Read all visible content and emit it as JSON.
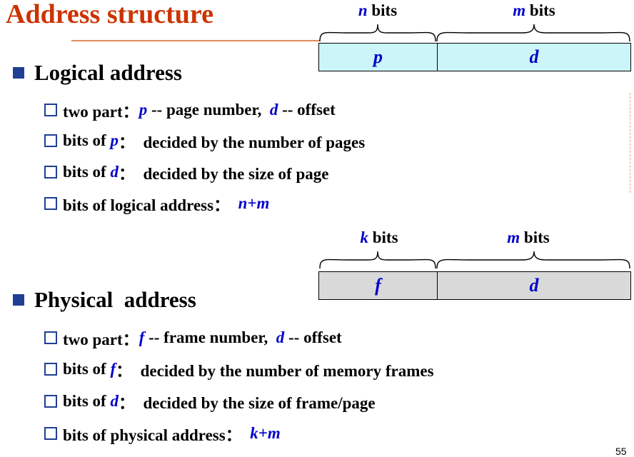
{
  "slide": {
    "title": "Address structure",
    "page_number": "55",
    "colors": {
      "title": "#cc3300",
      "variable": "#0000cc",
      "bullet": "#1f3f95",
      "logical_fill": "#ccf5f9",
      "physical_fill": "#d9d9d9"
    }
  },
  "logical_diagram": {
    "left_var": "n",
    "left_suffix": " bits",
    "right_var": "m",
    "right_suffix": " bits",
    "left_field": "p",
    "right_field": "d"
  },
  "physical_diagram": {
    "left_var": "k",
    "left_suffix": " bits",
    "right_var": "m",
    "right_suffix": " bits",
    "left_field": "f",
    "right_field": "d"
  },
  "logical": {
    "heading": "Logical address",
    "b1": {
      "pre": "two part：",
      "v1": "p",
      "t1": " -- page number,  ",
      "v2": "d",
      "t2": " -- offset"
    },
    "b2": {
      "pre": "bits of ",
      "v": "p",
      "post": "：  decided by the number of pages"
    },
    "b3": {
      "pre": "bits of ",
      "v": "d",
      "post": "：  decided by the size of page"
    },
    "b4": {
      "pre": "bits of logical address：  ",
      "v": "n+m"
    }
  },
  "physical": {
    "heading": "Physical  address",
    "b1": {
      "pre": "two part：",
      "v1": "f",
      "t1": " -- frame number,  ",
      "v2": "d",
      "t2": " -- offset"
    },
    "b2": {
      "pre": "bits of ",
      "v": "f",
      "post": "：  decided by the number of memory frames"
    },
    "b3": {
      "pre": "bits of ",
      "v": "d",
      "post": "：  decided by the size of frame/page"
    },
    "b4": {
      "pre": "bits of physical address：  ",
      "v": "k+m"
    }
  }
}
